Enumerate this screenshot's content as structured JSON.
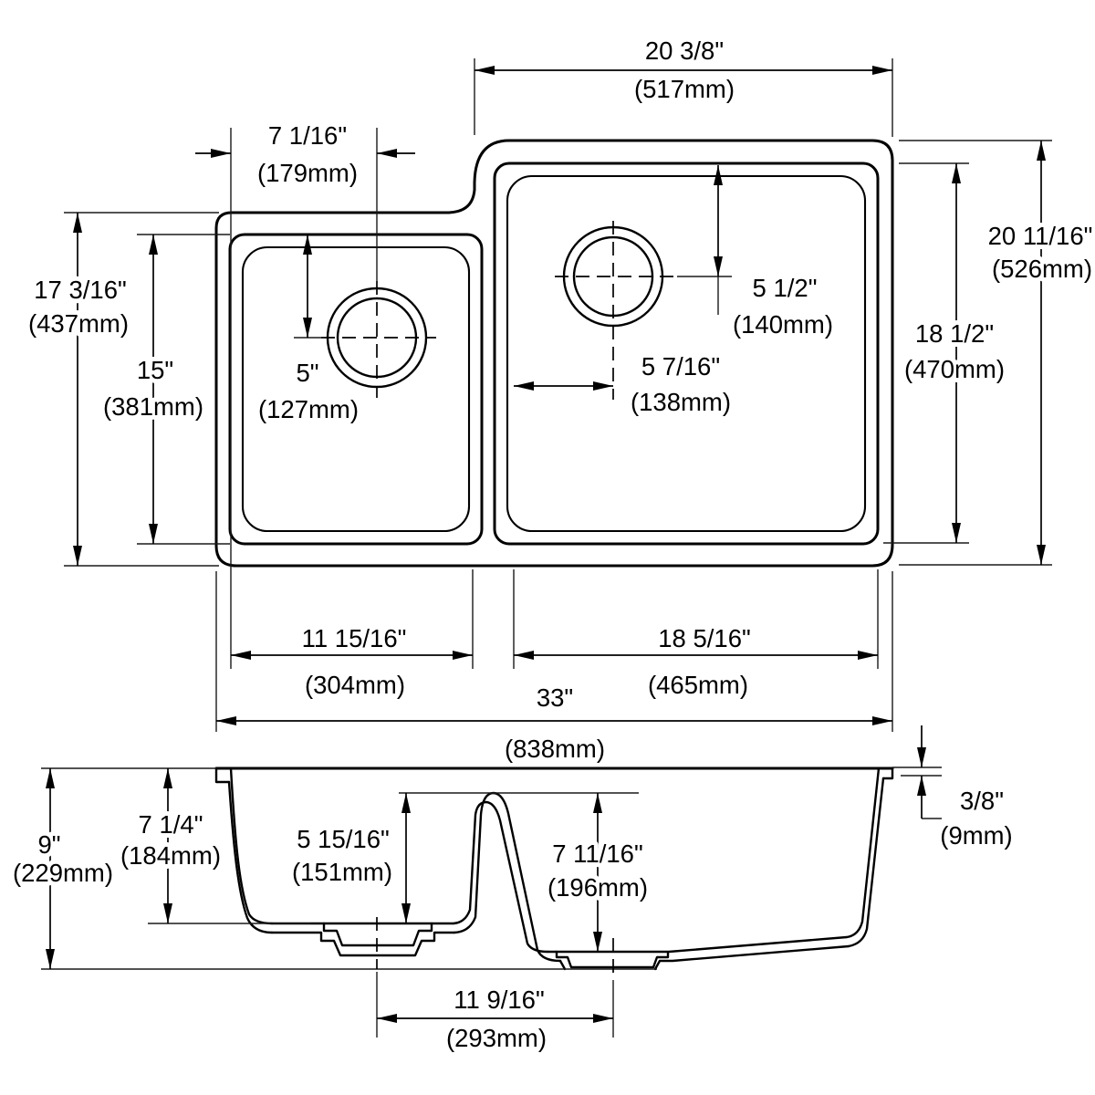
{
  "drawing": {
    "kind": "sink technical dimension drawing",
    "views": [
      "plan",
      "section"
    ],
    "colors": {
      "line": "#000000",
      "background": "#ffffff"
    },
    "plan": {
      "right_section_width": {
        "in": "20 3/8\"",
        "mm": "(517mm)"
      },
      "small_bowl_drain_offset": {
        "in": "7 1/16\"",
        "mm": "(179mm)"
      },
      "overall_front_to_back": {
        "in": "17 3/16\"",
        "mm": "(437mm)"
      },
      "small_bowl_front_to_back": {
        "in": "15\"",
        "mm": "(381mm)"
      },
      "small_drain_from_front": {
        "in": "5\"",
        "mm": "(127mm)"
      },
      "large_drain_from_front": {
        "in": "5 1/2\"",
        "mm": "(140mm)"
      },
      "large_drain_from_left": {
        "in": "5 7/16\"",
        "mm": "(138mm)"
      },
      "large_bowl_front_to_back": {
        "in": "18 1/2\"",
        "mm": "(470mm)"
      },
      "right_section_front_to_back": {
        "in": "20 11/16\"",
        "mm": "(526mm)"
      },
      "small_bowl_width": {
        "in": "11 15/16\"",
        "mm": "(304mm)"
      },
      "large_bowl_width": {
        "in": "18 5/16\"",
        "mm": "(465mm)"
      },
      "overall_width": {
        "in": "33\"",
        "mm": "(838mm)"
      }
    },
    "section": {
      "overall_depth": {
        "in": "9\"",
        "mm": "(229mm)"
      },
      "small_bowl_depth": {
        "in": "7 1/4\"",
        "mm": "(184mm)"
      },
      "divider_to_small_floor": {
        "in": "5 15/16\"",
        "mm": "(151mm)"
      },
      "divider_to_large_floor": {
        "in": "7 11/16\"",
        "mm": "(196mm)"
      },
      "rim_thickness": {
        "in": "3/8\"",
        "mm": "(9mm)"
      },
      "drain_center_spacing": {
        "in": "11 9/16\"",
        "mm": "(293mm)"
      }
    }
  }
}
